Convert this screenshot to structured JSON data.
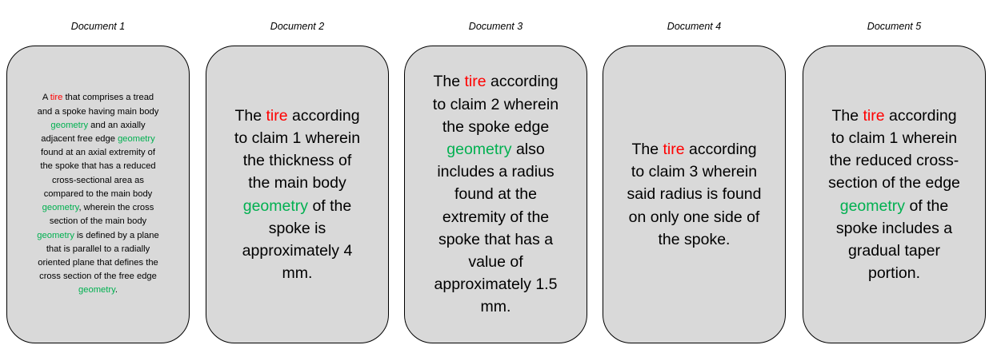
{
  "colors": {
    "keyword_tire": "#ff0000",
    "keyword_geometry": "#00b050",
    "box_fill": "#d9d9d9"
  },
  "documents": [
    {
      "title": "Document 1",
      "size": "small",
      "lines": [
        [
          {
            "t": "A "
          },
          {
            "t": "tire",
            "c": "red"
          },
          {
            "t": " that comprises a tread"
          }
        ],
        [
          {
            "t": "and a spoke having main body"
          }
        ],
        [
          {
            "t": "geometry",
            "c": "green"
          },
          {
            "t": " and an axially"
          }
        ],
        [
          {
            "t": "adjacent free edge "
          },
          {
            "t": "geometry",
            "c": "green"
          }
        ],
        [
          {
            "t": "found at an axial extremity of"
          }
        ],
        [
          {
            "t": "the spoke that has a reduced"
          }
        ],
        [
          {
            "t": "cross-sectional area as"
          }
        ],
        [
          {
            "t": "compared to the main body"
          }
        ],
        [
          {
            "t": "geometry",
            "c": "green"
          },
          {
            "t": ", wherein the cross"
          }
        ],
        [
          {
            "t": "section of the main body"
          }
        ],
        [
          {
            "t": "geometry",
            "c": "green"
          },
          {
            "t": " is defined by a plane"
          }
        ],
        [
          {
            "t": "that is parallel to a radially"
          }
        ],
        [
          {
            "t": "oriented plane that defines the"
          }
        ],
        [
          {
            "t": "cross section of the free edge"
          }
        ],
        [
          {
            "t": "geometry",
            "c": "green"
          },
          {
            "t": "."
          }
        ]
      ]
    },
    {
      "title": "Document 2",
      "size": "large",
      "lines": [
        [
          {
            "t": "The "
          },
          {
            "t": "tire",
            "c": "red"
          },
          {
            "t": " according"
          }
        ],
        [
          {
            "t": "to claim 1 wherein"
          }
        ],
        [
          {
            "t": "the thickness of"
          }
        ],
        [
          {
            "t": "the main body"
          }
        ],
        [
          {
            "t": "geometry",
            "c": "green"
          },
          {
            "t": " of the"
          }
        ],
        [
          {
            "t": "spoke is"
          }
        ],
        [
          {
            "t": "approximately 4"
          }
        ],
        [
          {
            "t": "mm."
          }
        ]
      ]
    },
    {
      "title": "Document 3",
      "size": "large",
      "lines": [
        [
          {
            "t": "The "
          },
          {
            "t": "tire",
            "c": "red"
          },
          {
            "t": " according"
          }
        ],
        [
          {
            "t": "to claim 2 wherein"
          }
        ],
        [
          {
            "t": "the spoke edge"
          }
        ],
        [
          {
            "t": "geometry",
            "c": "green"
          },
          {
            "t": " also"
          }
        ],
        [
          {
            "t": "includes a radius"
          }
        ],
        [
          {
            "t": "found at the"
          }
        ],
        [
          {
            "t": "extremity of the"
          }
        ],
        [
          {
            "t": "spoke that has a"
          }
        ],
        [
          {
            "t": "value of"
          }
        ],
        [
          {
            "t": "approximately 1.5"
          }
        ],
        [
          {
            "t": "mm."
          }
        ]
      ]
    },
    {
      "title": "Document 4",
      "size": "large",
      "lines": [
        [
          {
            "t": "The "
          },
          {
            "t": "tire",
            "c": "red"
          },
          {
            "t": " according"
          }
        ],
        [
          {
            "t": "to claim 3 wherein"
          }
        ],
        [
          {
            "t": "said radius is found"
          }
        ],
        [
          {
            "t": "on only one side of"
          }
        ],
        [
          {
            "t": "the spoke."
          }
        ]
      ]
    },
    {
      "title": "Document 5",
      "size": "large",
      "lines": [
        [
          {
            "t": "The "
          },
          {
            "t": "tire",
            "c": "red"
          },
          {
            "t": " according"
          }
        ],
        [
          {
            "t": "to claim 1 wherein"
          }
        ],
        [
          {
            "t": "the reduced cross-"
          }
        ],
        [
          {
            "t": "section of the edge"
          }
        ],
        [
          {
            "t": "geometry",
            "c": "green"
          },
          {
            "t": " of the"
          }
        ],
        [
          {
            "t": "spoke includes a"
          }
        ],
        [
          {
            "t": "gradual taper"
          }
        ],
        [
          {
            "t": "portion."
          }
        ]
      ]
    }
  ]
}
